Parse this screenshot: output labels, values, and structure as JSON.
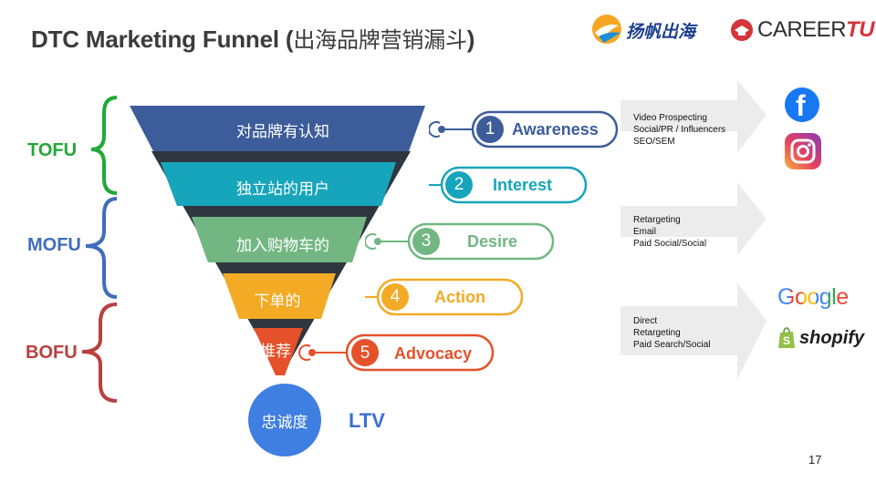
{
  "title": {
    "prefix": "DTC Marketing Funnel (",
    "cn": "出海品牌营销漏斗",
    "suffix": ")"
  },
  "logos": {
    "left_text": "扬帆出海",
    "right_text_a": "CAREER",
    "right_text_b": "TU"
  },
  "stages": [
    {
      "label": "TOFU",
      "color": "#21a838"
    },
    {
      "label": "MOFU",
      "color": "#3f6ebd"
    },
    {
      "label": "BOFU",
      "color": "#b8403f"
    }
  ],
  "funnel": [
    {
      "label": "对品牌有认知",
      "num": "1",
      "name": "Awareness",
      "color": "#3d5d9a"
    },
    {
      "label": "独立站的用户",
      "num": "2",
      "name": "Interest",
      "color": "#17a5bb"
    },
    {
      "label": "加入购物车的",
      "num": "3",
      "name": "Desire",
      "color": "#72b782"
    },
    {
      "label": "下单的",
      "num": "4",
      "name": "Action",
      "color": "#f3aa25"
    },
    {
      "label": "推荐",
      "num": "5",
      "name": "Advocacy",
      "color": "#e5512a"
    }
  ],
  "ltv": {
    "circle_label": "忠诚度",
    "label": "LTV"
  },
  "tactics": [
    {
      "lines": [
        "Video Prospecting",
        "Social/PR / Influencers",
        "SEO/SEM"
      ]
    },
    {
      "lines": [
        "Retargeting",
        "Email",
        "Paid Social/Social"
      ]
    },
    {
      "lines": [
        "Direct",
        "Retargeting",
        "Paid Search/Social"
      ]
    }
  ],
  "brands": {
    "google": "Google",
    "shopify": "shopify"
  },
  "page_number": "17"
}
